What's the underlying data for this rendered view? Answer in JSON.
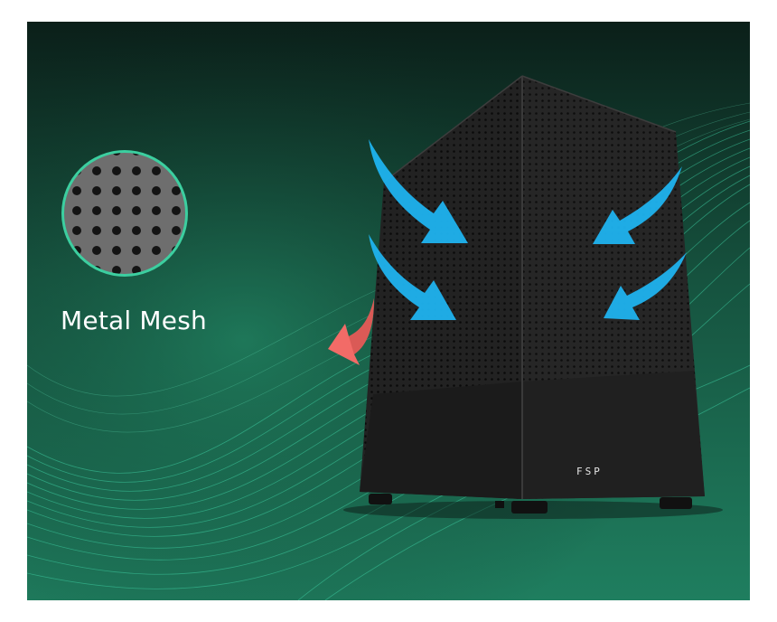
{
  "caption": {
    "text": "Metal Mesh"
  },
  "case": {
    "logo_text": "FSP"
  },
  "colors": {
    "bg_dark": "#0b221b",
    "bg_green": "#1f7a5c",
    "wave": "#37c9a0",
    "case": "#1c1c1c",
    "intake_arrow": "#1aa9e6",
    "exhaust_arrow": "#f06a66",
    "mesh_circle_border": "#3ccfa0"
  },
  "icons": [
    "intake-arrow",
    "exhaust-arrow",
    "mesh-closeup"
  ]
}
